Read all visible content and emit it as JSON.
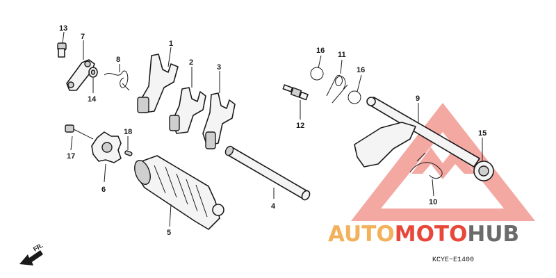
{
  "callouts": [
    {
      "label": "13"
    },
    {
      "label": "7"
    },
    {
      "label": "8"
    },
    {
      "label": "14"
    },
    {
      "label": "1"
    },
    {
      "label": "2"
    },
    {
      "label": "3"
    },
    {
      "label": "16"
    },
    {
      "label": "11"
    },
    {
      "label": "16"
    },
    {
      "label": "12"
    },
    {
      "label": "9"
    },
    {
      "label": "15"
    },
    {
      "label": "18"
    },
    {
      "label": "17"
    },
    {
      "label": "6"
    },
    {
      "label": "4"
    },
    {
      "label": "5"
    },
    {
      "label": "10"
    }
  ],
  "direction_label": "FR.",
  "diagram_code": "KCYE−E1400",
  "watermark": {
    "part1": "AUTO",
    "part2": "MOTO",
    "part3": "HUB",
    "color_orange": "#f2b15a",
    "color_red": "#e8483a",
    "color_dark": "#6b6b6b",
    "triangle_color": "#f08b84"
  }
}
